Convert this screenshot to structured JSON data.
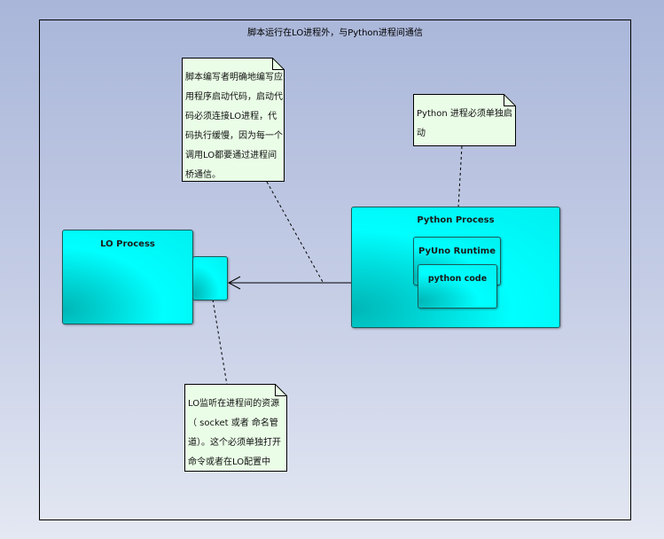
{
  "frame": {
    "title": "脚本运行在LO进程外，与Python进程间通信"
  },
  "lo_process": {
    "title": "LO Process"
  },
  "python_process": {
    "title": "Python Process"
  },
  "pyuno_runtime": {
    "title": "PyUno Runtime"
  },
  "python_code": {
    "title": "python code"
  },
  "notes": {
    "script_note": "脚本编写者明确地编写应用程序启动代码，启动代码必须连接LO进程，代码执行缓慢，因为每一个调用LO都要通过进程间桥通信。",
    "python_start_note": "Python 进程必须单独启动",
    "lo_listen_note": "LO监听在进程间的资源（ socket 或者 命名管道）。这个必须单独打开命令或者在LO配置中"
  }
}
